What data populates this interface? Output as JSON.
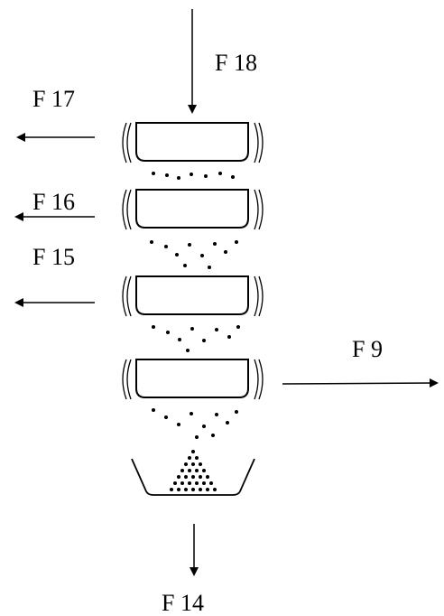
{
  "labels": {
    "f18": "F 18",
    "f17": "F 17",
    "f16": "F 16",
    "f15": "F 15",
    "f9": "F 9",
    "f14": "F 14"
  },
  "colors": {
    "ink": "#000000",
    "background": "#ffffff"
  }
}
